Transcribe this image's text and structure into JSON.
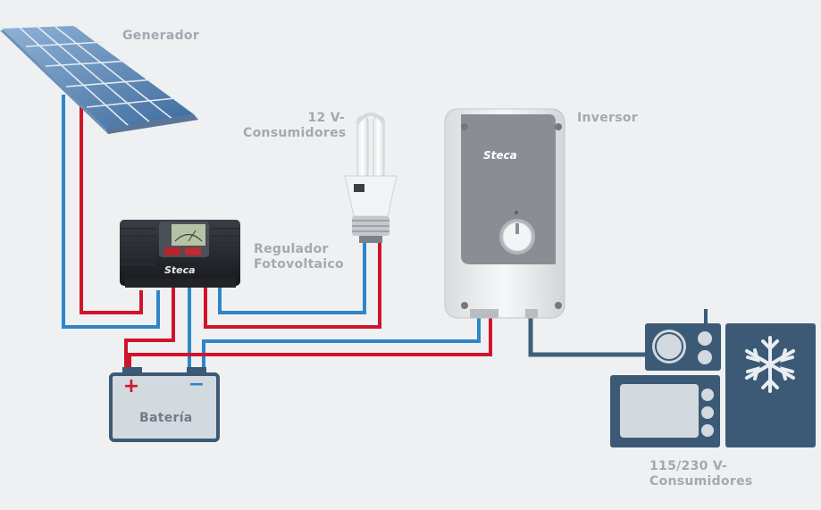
{
  "labels": {
    "generator": "Generador",
    "consumers_12v": [
      "12 V-",
      "Consumidores"
    ],
    "inverter": "Inversor",
    "regulator": [
      "Regulador",
      "Fotovoltaico"
    ],
    "battery": "Batería",
    "consumers_ac": [
      "115/230 V-",
      "Consumidores"
    ]
  },
  "battery_terminals": {
    "plus": "+",
    "minus": "−"
  },
  "brand": "Steca",
  "colors": {
    "background": "#eef0f2",
    "positive_wire": "#d0142c",
    "negative_wire": "#2d86c8",
    "ac_wire": "#3f5f78",
    "label": "#a2a9b1",
    "appliance": "#3c5a76"
  }
}
